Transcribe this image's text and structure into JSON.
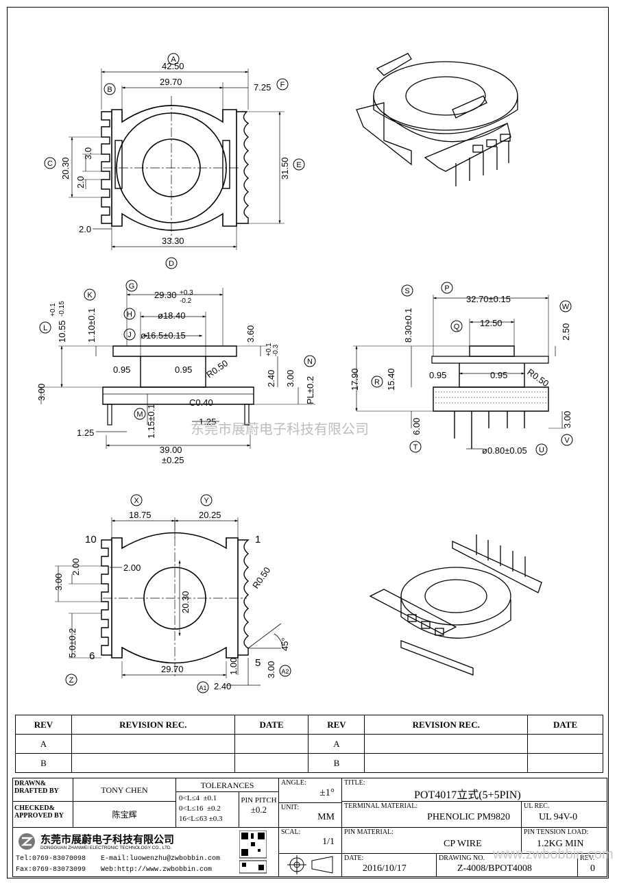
{
  "labels": {
    "A": "A",
    "B": "B",
    "C": "C",
    "D": "D",
    "E": "E",
    "F": "F",
    "G": "G",
    "H": "H",
    "J": "J",
    "K": "K",
    "L": "L",
    "M": "M",
    "N": "N",
    "P": "P",
    "Q": "Q",
    "R": "R",
    "S": "S",
    "T": "T",
    "U": "U",
    "V": "V",
    "W": "W",
    "X": "X",
    "Y": "Y",
    "Z": "Z",
    "A1": "A1",
    "A2": "A2"
  },
  "top_view": {
    "A": "42.50",
    "B": "29.70",
    "F": "7.25",
    "C": "20.30",
    "pitch_3": "3.0",
    "pitch_2": "2.0",
    "pin_w": "2.0",
    "E": "31.50",
    "D": "33.30"
  },
  "side_view": {
    "G": "29.30",
    "G_tol_plus": "+0.3",
    "G_tol_minus": "-0.2",
    "H": "ø18.40",
    "J": "ø16.5±0.15",
    "K": "1.10±0.1",
    "L": "10.55",
    "L_tol_plus": "+0.1",
    "L_tol_minus": "-0.15",
    "flange_h": "3.60",
    "wall1": "0.95",
    "wall2": "0.95",
    "r": "R0.50",
    "n_val": "2.40",
    "n_tol_plus": "+0.1",
    "n_tol_minus": "-0.3",
    "left_3": "3.00",
    "right_3": "3.00",
    "PL": "PL±0.2",
    "chamfer": "C0.40",
    "M": "1.15±0.1",
    "pin_125a": "1.25",
    "pin_125b": "1.25",
    "total": "39.00",
    "total_tol": "±0.25"
  },
  "front_view": {
    "P": "32.70±0.15",
    "Q": "12.50",
    "S": "8.30±0.1",
    "W": "2.50",
    "R": "15.40",
    "total_h": "17.90",
    "wall1": "0.95",
    "wall2": "0.95",
    "r": "R0.50",
    "T": "6.00",
    "V": "3.00",
    "U": "ø0.80±0.05"
  },
  "bottom_view": {
    "X": "18.75",
    "Y": "20.25",
    "pin_10": "10",
    "pin_1": "1",
    "pin_6": "6",
    "pin_5": "5",
    "d_300": "3.00",
    "d_200a": "2.00",
    "d_200b": "2.00",
    "Z": "5.0±0.2",
    "inner": "20.30",
    "r": "R0.50",
    "angle": "45°",
    "d_2970": "29.70",
    "d_100": "1.00",
    "A2": "3.00",
    "A1": "2.40"
  },
  "watermark": "东莞市展蔚电子科技有限公司",
  "revision_table": {
    "headers": [
      "REV",
      "REVISION REC.",
      "DATE",
      "REV",
      "REVISION REC.",
      "DATE"
    ],
    "rows": [
      [
        "A",
        "",
        "",
        "A",
        "",
        ""
      ],
      [
        "B",
        "",
        "",
        "B",
        "",
        ""
      ]
    ]
  },
  "title_block": {
    "drawn_label": "DRAWN& DRAFTED BY",
    "drawn_value": "TONY CHEN",
    "checked_label": "CHECKED& APPROVED BY",
    "checked_value": "陈宝辉",
    "tolerances_label": "TOLERANCES",
    "tol_rows": [
      {
        "range": "0<L≤4",
        "tol": "±0.1"
      },
      {
        "range": "0<L≤16",
        "tol": "±0.2"
      },
      {
        "range": "16<L≤63",
        "tol": "±0.3"
      }
    ],
    "pin_pitch_label": "PIN PITCH",
    "pin_pitch_value": "±0.2",
    "angle_label": "ANGLE:",
    "angle_value": "±1°",
    "unit_label": "UNIT:",
    "unit_value": "MM",
    "scale_label": "SCAL:",
    "scale_value": "1/1",
    "title_label": "TITLE:",
    "title_value": "POT4017立式(5+5PIN)",
    "terminal_label": "TERMINAL MATERIAL:",
    "terminal_value": "PHENOLIC PM9820",
    "ul_label": "UL REC.",
    "ul_value": "UL 94V-0",
    "pin_mat_label": "PIN MATERIAL:",
    "pin_mat_value": "CP WIRE",
    "tension_label": "PIN TENSION LOAD:",
    "tension_value": "1.2KG MIN",
    "date_label": "DATE:",
    "date_value": "2016/10/17",
    "drawing_label": "DRAWING NO.",
    "drawing_value": "Z-4008/BPOT4008",
    "rev_label": "REV.",
    "rev_value": "0",
    "company_cn": "东莞市展蔚电子科技有限公司",
    "company_en": "DONGGUAN ZHANWEI ELECTRONIC TECHNOLOGY CO., LTD.",
    "tel": "Tel:0769-83070098",
    "email": "E-mail:luowenzhu@zwbobbin.com",
    "fax": "Fax:0769-83073099",
    "web": "Web:http://www.zwbobbin.com",
    "site_wm": "www.zwbobbin.com"
  }
}
